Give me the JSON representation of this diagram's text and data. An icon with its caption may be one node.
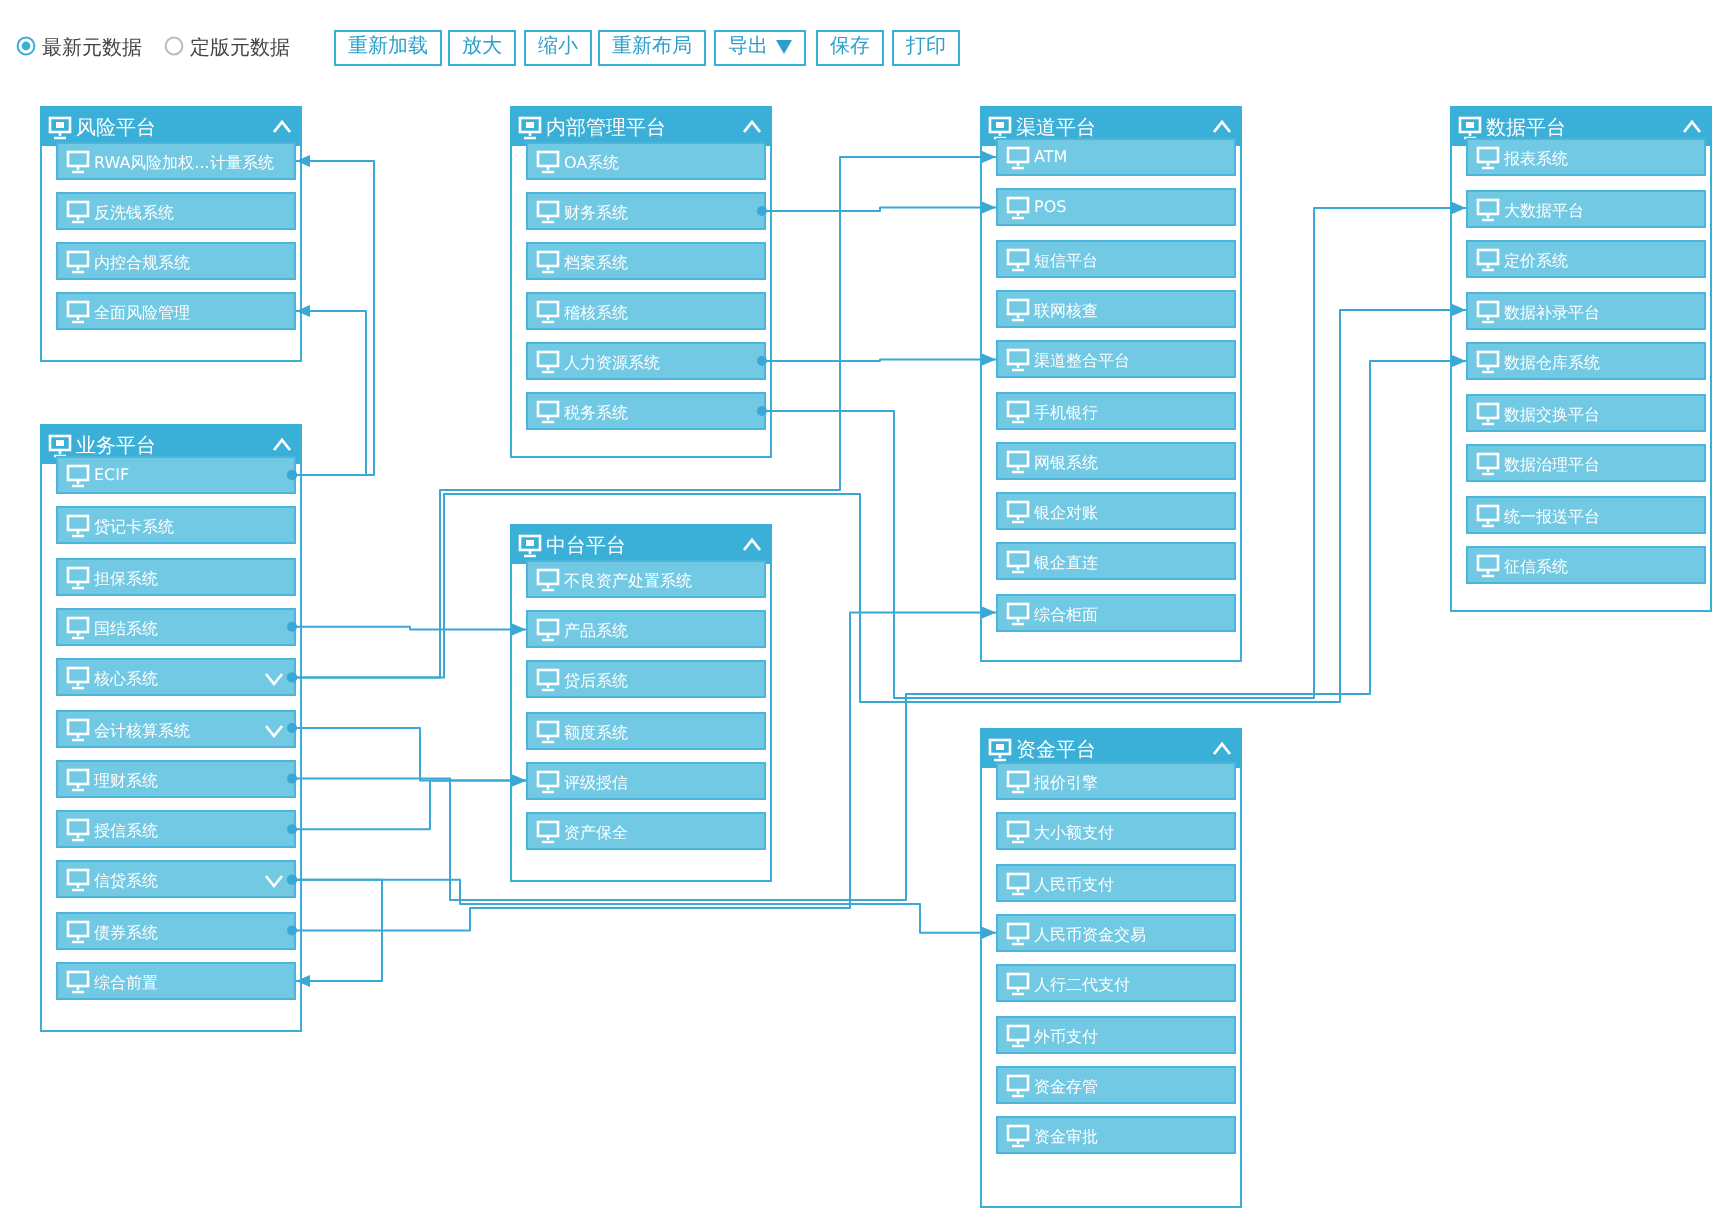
{
  "diagram": {
    "nodes": [
      {
        "text": [
          "风险平台"
        ]
      },
      {
        "text": [
          "RWA风险加权...计量系统"
        ],
        "in": 0
      },
      {
        "text": [
          "反洗钱系统"
        ],
        "in": 0
      },
      {
        "text": [
          "内控合规系统"
        ],
        "in": 0
      },
      {
        "text": [
          "全面风险管理"
        ],
        "in": 0
      },
      {
        "text": [
          "内部管理平台"
        ]
      },
      {
        "text": [
          "OA系统"
        ],
        "in": 5
      },
      {
        "text": [
          "财务系统"
        ],
        "in": 5
      },
      {
        "text": [
          "档案系统"
        ],
        "in": 5
      },
      {
        "text": [
          "稽核系统"
        ],
        "in": 5
      },
      {
        "text": [
          "人力资源系统"
        ],
        "in": 5
      },
      {
        "text": [
          "税务系统"
        ],
        "in": 5
      },
      {
        "text": [
          "渠道平台"
        ]
      },
      {
        "text": [
          "ATM"
        ],
        "in": 12
      },
      {
        "text": [
          "POS"
        ],
        "in": 12
      },
      {
        "text": [
          "短信平台"
        ],
        "in": 12
      },
      {
        "text": [
          "联网核查"
        ],
        "in": 12
      },
      {
        "text": [
          "渠道整合平台"
        ],
        "in": 12
      },
      {
        "text": [
          "手机银行"
        ],
        "in": 12
      },
      {
        "text": [
          "网银系统"
        ],
        "in": 12
      },
      {
        "text": [
          "银企对账"
        ],
        "in": 12
      },
      {
        "text": [
          "银企直连"
        ],
        "in": 12
      },
      {
        "text": [
          "综合柜面"
        ],
        "in": 12
      },
      {
        "text": [
          "数据平台"
        ]
      },
      {
        "text": [
          "报表系统"
        ],
        "in": 23
      },
      {
        "text": [
          "大数据平台"
        ],
        "in": 23
      },
      {
        "text": [
          "定价系统"
        ],
        "in": 23
      },
      {
        "text": [
          "数据补录平台"
        ],
        "in": 23
      },
      {
        "text": [
          "数据仓库系统"
        ],
        "in": 23
      },
      {
        "text": [
          "数据交换平台"
        ],
        "in": 23
      },
      {
        "text": [
          "数据治理平台"
        ],
        "in": 23
      },
      {
        "text": [
          "统一报送平台"
        ],
        "in": 23
      },
      {
        "text": [
          "征信系统"
        ],
        "in": 23
      },
      {
        "text": [
          "业务平台"
        ]
      },
      {
        "text": [
          "ECIF"
        ],
        "in": 33
      },
      {
        "text": [
          "贷记卡系统"
        ],
        "in": 33
      },
      {
        "text": [
          "担保系统"
        ],
        "in": 33
      },
      {
        "text": [
          "国结系统"
        ],
        "in": 33
      },
      {
        "text": [
          "核心系统"
        ],
        "in": 33
      },
      {
        "text": [
          "会计核算系统"
        ],
        "in": 33
      },
      {
        "text": [
          "理财系统"
        ],
        "in": 33
      },
      {
        "text": [
          "授信系统"
        ],
        "in": 33
      },
      {
        "text": [
          "信贷系统"
        ],
        "in": 33
      },
      {
        "text": [
          "债券系统"
        ],
        "in": 33
      },
      {
        "text": [
          "综合前置"
        ],
        "in": 33
      },
      {
        "text": [
          "中台平台"
        ]
      },
      {
        "text": [
          "不良资产处置系统"
        ],
        "in": 45
      },
      {
        "text": [
          "产品系统"
        ],
        "in": 45
      },
      {
        "text": [
          "贷后系统"
        ],
        "in": 45
      },
      {
        "text": [
          "额度系统"
        ],
        "in": 45
      },
      {
        "text": [
          "评级授信"
        ],
        "in": 45
      },
      {
        "text": [
          "资产保全"
        ],
        "in": 45
      },
      {
        "text": [
          "资金平台"
        ]
      },
      {
        "text": [
          "报价引擎"
        ],
        "in": 52
      },
      {
        "text": [
          "大小额支付"
        ],
        "in": 52
      },
      {
        "text": [
          "人民币支付"
        ],
        "in": 52
      },
      {
        "text": [
          "人民币资金交易"
        ],
        "in": 52
      },
      {
        "text": [
          "人行二代支付"
        ],
        "in": 52
      },
      {
        "text": [
          "外币支付"
        ],
        "in": 52
      },
      {
        "text": [
          "资金存管"
        ],
        "in": 52
      },
      {
        "text": [
          "资金审批"
        ],
        "in": 52
      }
    ],
    "edges": [
      {
        "from": 34,
        "to": 1,
        "arrow": "to"
      },
      {
        "from": 34,
        "to": 4,
        "arrow": "to"
      },
      {
        "from": 37,
        "to": 47,
        "arrow": "to"
      },
      {
        "from": 38,
        "to": 13,
        "arrow": "to"
      },
      {
        "from": 39,
        "to": 50,
        "arrow": "to"
      },
      {
        "from": 40,
        "to": 28,
        "arrow": "to"
      },
      {
        "from": 41,
        "to": 50,
        "arrow": "to"
      },
      {
        "from": 42,
        "to": 56,
        "arrow": "to"
      },
      {
        "from": 42,
        "to": 44,
        "arrow": "to"
      },
      {
        "from": 43,
        "to": 22,
        "arrow": "to"
      },
      {
        "from": 7,
        "to": 14,
        "arrow": "to"
      },
      {
        "from": 10,
        "to": 17,
        "arrow": "to"
      },
      {
        "from": 11,
        "to": 25,
        "arrow": "to"
      },
      {
        "from": 38,
        "to": 27,
        "arrow": "to"
      }
    ],
    "labels": [
      "最新元数据",
      "定版元数据",
      "重新加载",
      "放大",
      "缩小",
      "重新布局",
      "导出",
      "保存",
      "打印"
    ]
  }
}
